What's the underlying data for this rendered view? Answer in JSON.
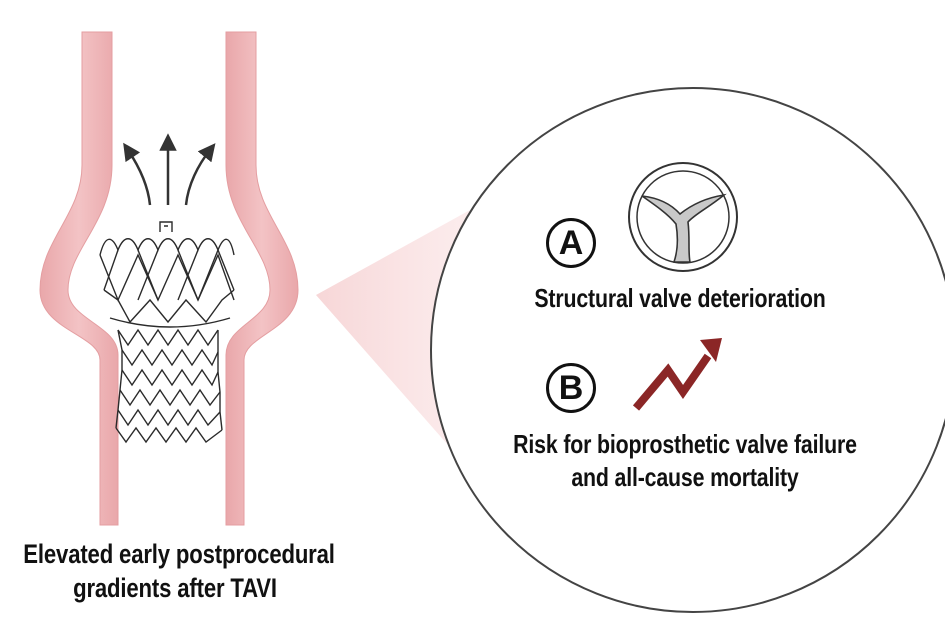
{
  "caption": {
    "line1": "Elevated early postprocedural",
    "line2": "gradients after TAVI"
  },
  "item_a": {
    "letter": "A",
    "label": "Structural valve deterioration",
    "icon": "valve-leaflets-icon"
  },
  "item_b": {
    "letter": "B",
    "line1": "Risk for bioprosthetic valve failure",
    "line2": "and all-cause mortality",
    "icon": "trend-up-arrow-icon"
  },
  "colors": {
    "vessel_wall": "#f0b9bb",
    "vessel_edge": "#e49ea1",
    "arrow_up": "#8b2626",
    "ink": "#222222"
  }
}
